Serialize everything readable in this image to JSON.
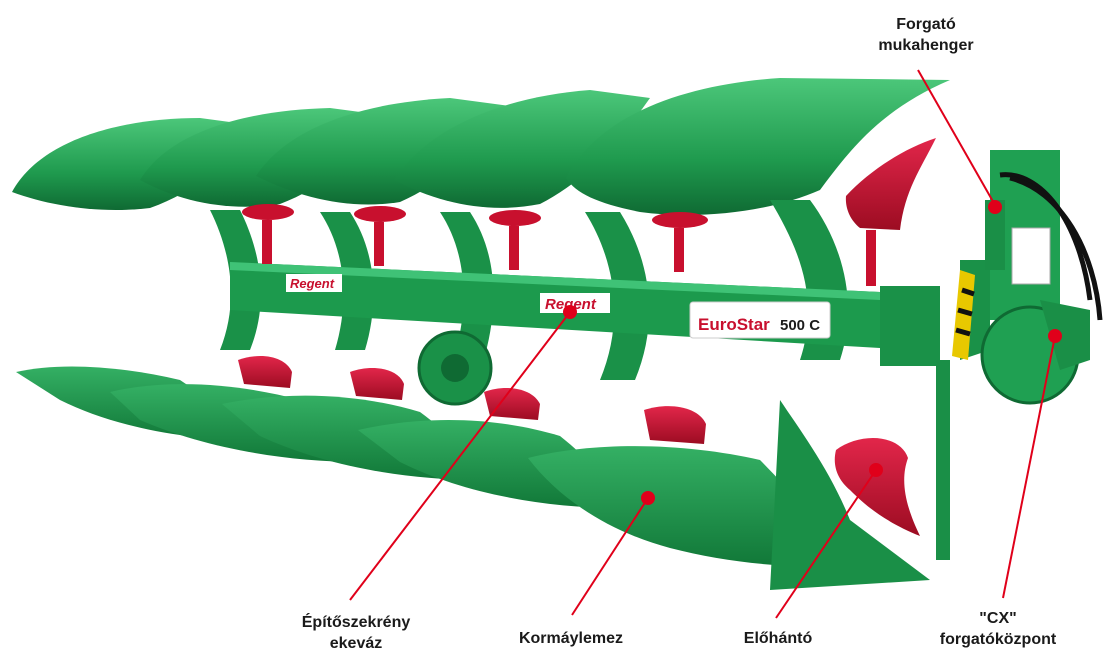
{
  "labels": {
    "rotary_cylinder": "Forgató\nmukahenger",
    "frame": "Építőszekrény\nekeváz",
    "mouldboard": "Kormáylemez",
    "skimmer": "Előhántó",
    "cx_center": "\"CX\"\nforgatóközpont"
  },
  "branding": {
    "logo_left": "Regent",
    "logo_mid": "Regent",
    "model_a": "EuroStar",
    "model_b": "500 C"
  },
  "colors": {
    "plough_green": "#1f9a4e",
    "plough_green_light": "#39b86a",
    "plough_green_dark": "#0f6a33",
    "red_part": "#c8102e",
    "leader_red": "#e0001a"
  }
}
